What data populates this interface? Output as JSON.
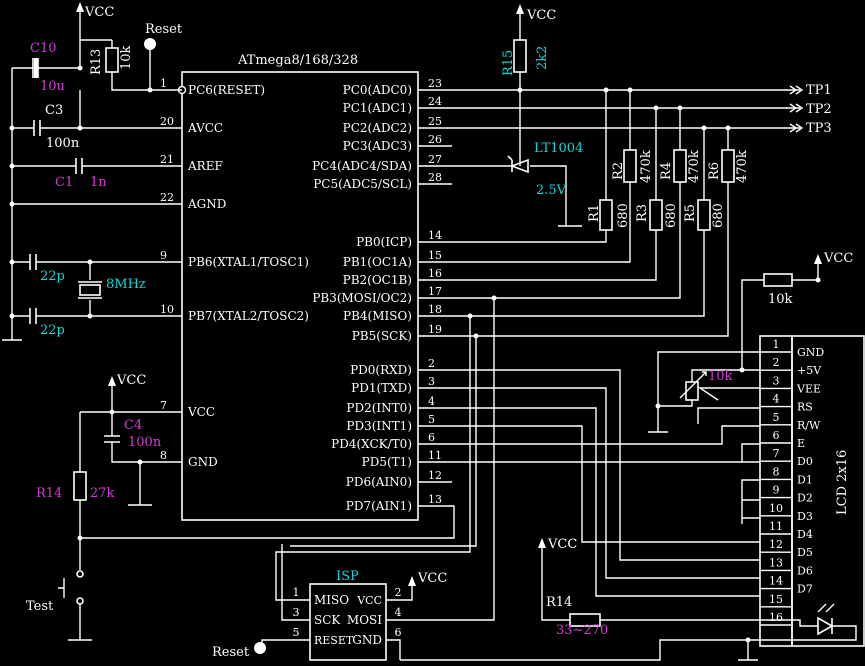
{
  "chip": {
    "name": "ATmega8/168/328",
    "left_pins": [
      {
        "num": "1",
        "label": "PC6(RESET)"
      },
      {
        "num": "20",
        "label": "AVCC"
      },
      {
        "num": "21",
        "label": "AREF"
      },
      {
        "num": "22",
        "label": "AGND"
      },
      {
        "num": "9",
        "label": "PB6(XTAL1/TOSC1)"
      },
      {
        "num": "10",
        "label": "PB7(XTAL2/TOSC2)"
      },
      {
        "num": "7",
        "label": "VCC"
      },
      {
        "num": "8",
        "label": "GND"
      }
    ],
    "right_pins": [
      {
        "num": "23",
        "label": "PC0(ADC0)"
      },
      {
        "num": "24",
        "label": "PC1(ADC1)"
      },
      {
        "num": "25",
        "label": "PC2(ADC2)"
      },
      {
        "num": "26",
        "label": "PC3(ADC3)"
      },
      {
        "num": "27",
        "label": "PC4(ADC4/SDA)"
      },
      {
        "num": "28",
        "label": "PC5(ADC5/SCL)"
      },
      {
        "num": "14",
        "label": "PB0(ICP)"
      },
      {
        "num": "15",
        "label": "PB1(OC1A)"
      },
      {
        "num": "16",
        "label": "PB2(OC1B)"
      },
      {
        "num": "17",
        "label": "PB3(MOSI/OC2)"
      },
      {
        "num": "18",
        "label": "PB4(MISO)"
      },
      {
        "num": "19",
        "label": "PB5(SCK)"
      },
      {
        "num": "2",
        "label": "PD0(RXD)"
      },
      {
        "num": "3",
        "label": "PD1(TXD)"
      },
      {
        "num": "4",
        "label": "PD2(INT0)"
      },
      {
        "num": "5",
        "label": "PD3(INT1)"
      },
      {
        "num": "6",
        "label": "PD4(XCK/T0)"
      },
      {
        "num": "11",
        "label": "PD5(T1)"
      },
      {
        "num": "12",
        "label": "PD6(AIN0)"
      },
      {
        "num": "13",
        "label": "PD7(AIN1)"
      }
    ]
  },
  "labels": {
    "vcc": "VCC",
    "reset": "Reset",
    "test": "Test",
    "tp1": "TP1",
    "tp2": "TP2",
    "tp3": "TP3"
  },
  "components": {
    "c10": {
      "ref": "C10",
      "value": "10u"
    },
    "c3": {
      "ref": "C3",
      "value": "100n"
    },
    "c1": {
      "ref": "C1",
      "value": "1n"
    },
    "c_xtal1": {
      "value": "22p"
    },
    "c_xtal2": {
      "value": "22p"
    },
    "crystal": {
      "value": "8MHz"
    },
    "c4": {
      "ref": "C4",
      "value": "100n"
    },
    "r13": {
      "ref": "R13",
      "value": "10k"
    },
    "r14_test": {
      "ref": "R14",
      "value": "27k"
    },
    "r15": {
      "ref": "R15",
      "value": "2k2"
    },
    "lt1004": {
      "ref": "LT1004",
      "value": "2.5V"
    },
    "r1": {
      "ref": "R1",
      "value": "680"
    },
    "r2": {
      "ref": "R2",
      "value": "470k"
    },
    "r3": {
      "ref": "R3",
      "value": "680"
    },
    "r4": {
      "ref": "R4",
      "value": "470k"
    },
    "r5": {
      "ref": "R5",
      "value": "680"
    },
    "r6": {
      "ref": "R6",
      "value": "470k"
    },
    "r_lcd": {
      "value": "10k"
    },
    "pot": {
      "value": "10k"
    },
    "r14_bl": {
      "ref": "R14",
      "value": "33~270"
    }
  },
  "isp": {
    "title": "ISP",
    "pins": [
      {
        "num": "1",
        "label": "MISO"
      },
      {
        "num": "2",
        "label": "VCC"
      },
      {
        "num": "3",
        "label": "SCK"
      },
      {
        "num": "4",
        "label": "MOSI"
      },
      {
        "num": "5",
        "label": "RESET"
      },
      {
        "num": "6",
        "label": "GND"
      }
    ]
  },
  "lcd": {
    "title": "LCD 2x16",
    "pins": [
      {
        "num": "1",
        "label": "GND"
      },
      {
        "num": "2",
        "label": "+5V"
      },
      {
        "num": "3",
        "label": "VEE"
      },
      {
        "num": "4",
        "label": "RS"
      },
      {
        "num": "5",
        "label": "R/W"
      },
      {
        "num": "6",
        "label": "E"
      },
      {
        "num": "7",
        "label": "D0"
      },
      {
        "num": "8",
        "label": "D1"
      },
      {
        "num": "9",
        "label": "D2"
      },
      {
        "num": "10",
        "label": "D3"
      },
      {
        "num": "11",
        "label": "D4"
      },
      {
        "num": "12",
        "label": "D5"
      },
      {
        "num": "13",
        "label": "D6"
      },
      {
        "num": "14",
        "label": "D7"
      },
      {
        "num": "15",
        "label": ""
      },
      {
        "num": "16",
        "label": ""
      }
    ]
  },
  "colors": {
    "background": "#000000",
    "wire": "#ffffff",
    "cyan_label": "#19d3d3",
    "magenta_label": "#d23cd2"
  }
}
